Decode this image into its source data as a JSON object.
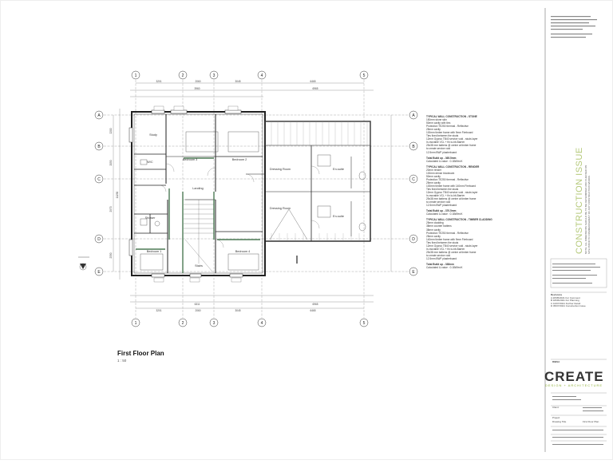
{
  "drawing": {
    "title": "First Floor Plan",
    "scale": "1 : 50",
    "grid_columns": [
      "1",
      "2",
      "3",
      "4",
      "5"
    ],
    "grid_rows": [
      "A",
      "B",
      "C",
      "D",
      "E"
    ],
    "dims_top": [
      "3201",
      "2060",
      "3045",
      "6465"
    ],
    "dims_top2": [
      "3960",
      "6965"
    ],
    "dims_bottom": [
      "3201",
      "2060",
      "3045",
      "6465"
    ],
    "dims_bottom2": [
      "6311",
      "6965"
    ],
    "dims_left": [
      "2200",
      "2050",
      "2970",
      "2330"
    ],
    "dims_left_total": "11230",
    "rooms": [
      {
        "key": "bedroom3",
        "label": "Bedroom 3"
      },
      {
        "key": "bedroom2",
        "label": "Bedroom 2"
      },
      {
        "key": "dressing1",
        "label": "Dressing Room"
      },
      {
        "key": "ensuite1",
        "label": "En-suite"
      },
      {
        "key": "landing",
        "label": "Landing"
      },
      {
        "key": "dressing2",
        "label": "Dressing Room"
      },
      {
        "key": "ensuite2",
        "label": "En-suite"
      },
      {
        "key": "bedroom1",
        "label": "Bedroom 1"
      },
      {
        "key": "bedroom4",
        "label": "Bedroom 4"
      },
      {
        "key": "study",
        "label": "Study"
      },
      {
        "key": "shower",
        "label": "Shower"
      },
      {
        "key": "wc",
        "label": "W/C"
      },
      {
        "key": "stairs",
        "label": "Stairs"
      }
    ]
  },
  "notes": {
    "stone_title": "TYPICAL WALL CONSTRUCTION - STONE",
    "stone_lines": [
      "150mm stone skin",
      "50mm cavity with ties",
      "Protection TE250 thermal - Reflective",
      "25mm cavity",
      "100mm timber frame with 9mm Fireboard",
      "Ties fixed between the studs",
      "12mm Gyproc TB40 service void - studs layer",
      "In-movable VCL + fin lo-bit-Barrier",
      "25x38 mm battens @ centre at timber frame",
      "to create service void",
      "12.5mm BWF plasterboard"
    ],
    "stone_total": "Total Build up - 365.5mm",
    "stone_u": "Calculated U-value : 0.18W/m²K",
    "render_title": "TYPICAL WALL CONSTRUCTION - RENDER",
    "render_lines": [
      "20mm render",
      "100mm dense blockwork",
      "50mm cavity",
      "Protection TE250 thermal - Reflective",
      "25mm cavity",
      "100mm timber frame with 140mm Fireboard",
      "Ties fixed between the studs",
      "12mm Gyproc TB40 service void - studs layer",
      "In-movable VCL + fin lo-bit-Barrier",
      "25x38 mm battens @ centre at timber frame",
      "to create service void",
      "12.5mm BWF plasterboard"
    ],
    "render_total": "Total Build up - 370.5mm",
    "render_u": "Calculated U-value : 0.18W/m²K",
    "timber_title": "TYPICAL WALL CONSTRUCTION - TIMBER CLADDING",
    "timber_lines": [
      "25mm cladding",
      "38mm counter battens",
      "38mm cavity",
      "Protection TE250 thermal - Reflective",
      "25mm cavity",
      "140mm timber frame with 9mm Fireboard",
      "Ties fixed between the studs",
      "12mm Gyproc TB40 service void - studs layer",
      "In-movable VCL + fin lo-bit-Barrier",
      "25x38 mm battens @ centre at timber frame",
      "to create service void",
      "12.5mm BWF plasterboard"
    ],
    "timber_total": "Total Build up - 338mm",
    "timber_u": "Calculated U-value : 0.18W/m²K"
  },
  "titleblock": {
    "stamp": "CONSTRUCTION ISSUE",
    "stamp_note_1": "NOTE: ALL DIMENSIONS SHOULD BE TO BE DETERMINED AND CHECKED ON",
    "stamp_note_2": "SITE PRIOR TO COMMENCEMENT OF ANY CONSTRUCTION WORKS",
    "revisions_label": "Revisions",
    "revisions": [
      "A  28/05/2021  For Comment",
      "B  18/06/2021  For Planning",
      "C  10/07/2021  Further Detail",
      "D  05/07/2021  Construction Issue"
    ],
    "brand": "CREATE",
    "brand_sub": "DESIGN + ARCHITECTURE",
    "ribsa": "RIBSA",
    "client_label": "Client:",
    "project_label": "Project",
    "drawing_label": "Drawing Title",
    "drawing_title": "First Floor Plan"
  }
}
